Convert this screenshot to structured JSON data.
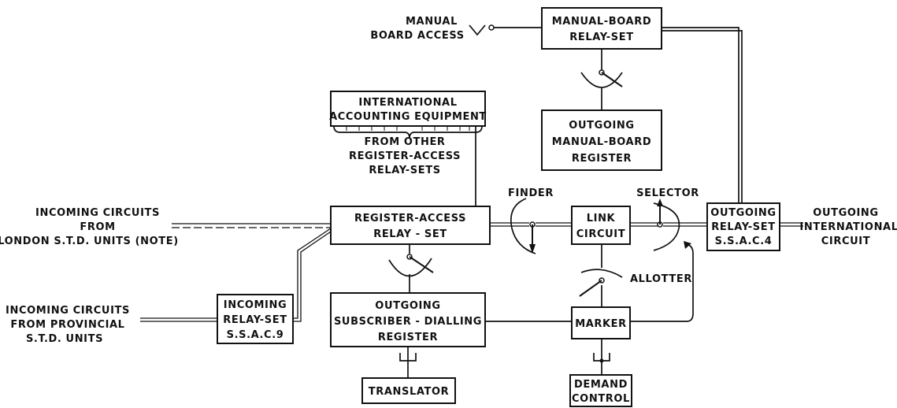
{
  "blocks": {
    "manual_board_relay_set": [
      "MANUAL-BOARD",
      "RELAY-SET"
    ],
    "outgoing_manual_board_register": [
      "OUTGOING",
      "MANUAL-BOARD",
      "REGISTER"
    ],
    "international_accounting_equipment": [
      "INTERNATIONAL",
      "ACCOUNTING EQUIPMENT"
    ],
    "register_access_relay_set": [
      "REGISTER-ACCESS",
      "RELAY - SET"
    ],
    "link_circuit": [
      "LINK",
      "CIRCUIT"
    ],
    "outgoing_relay_set_ssac4": [
      "OUTGOING",
      "RELAY-SET",
      "S.S.A.C.4"
    ],
    "incoming_relay_set_ssac9": [
      "INCOMING",
      "RELAY-SET",
      "S.S.A.C.9"
    ],
    "outgoing_subscriber_dialling_register": [
      "OUTGOING",
      "SUBSCRIBER - DIALLING",
      "REGISTER"
    ],
    "marker": [
      "MARKER"
    ],
    "translator": [
      "TRANSLATOR"
    ],
    "demand_control": [
      "DEMAND",
      "CONTROL"
    ]
  },
  "labels": {
    "manual_board_access": [
      "MANUAL",
      "BOARD ACCESS"
    ],
    "from_other_register_access": [
      "FROM OTHER",
      "REGISTER-ACCESS",
      "RELAY-SETS"
    ],
    "finder": "FINDER",
    "selector": "SELECTOR",
    "allotter": "ALLOTTER",
    "incoming_london": [
      "INCOMING CIRCUITS",
      "FROM",
      "LONDON S.T.D. UNITS (NOTE)"
    ],
    "incoming_provincial": [
      "INCOMING CIRCUITS",
      "FROM PROVINCIAL",
      "S.T.D. UNITS"
    ],
    "outgoing_international": [
      "OUTGOING",
      "INTERNATIONAL",
      "CIRCUIT"
    ]
  }
}
